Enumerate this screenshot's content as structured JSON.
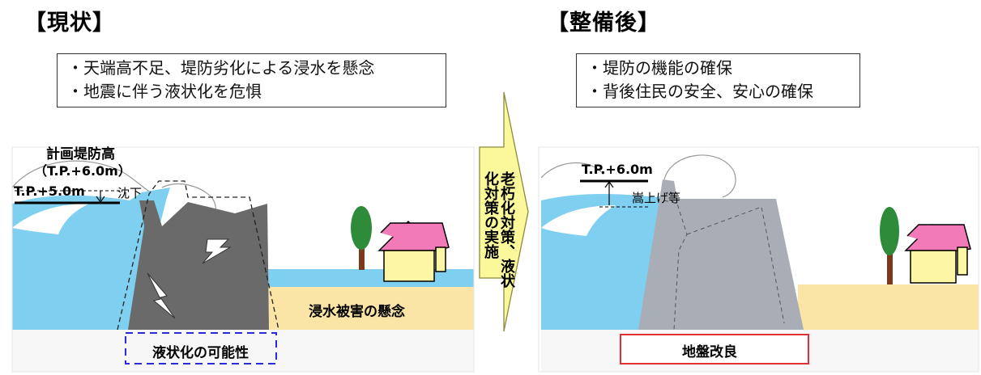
{
  "left": {
    "heading": "【現状】",
    "callout": {
      "line1": "・天端高不足、堤防劣化による浸水を懸念",
      "line2": "・地震に伴う液状化を危惧"
    },
    "label_plan_height": "計画堤防高",
    "label_plan_tp": "（T.P.+6.0m）",
    "label_current_tp": "T.P.+5.0m",
    "label_subsidence": "沈下",
    "label_flood_damage": "浸水被害の懸念",
    "label_liquefaction": "液状化の可能性"
  },
  "arrow": {
    "col1": "老朽化対策、液状",
    "col2": "化対策の実施"
  },
  "right": {
    "heading": "【整備後】",
    "callout": {
      "line1": "・堤防の機能の確保",
      "line2": "・背後住民の安全、安心の確保"
    },
    "label_tp": "T.P.+6.0m",
    "label_raise": "嵩上げ等",
    "label_ground": "地盤改良"
  },
  "colors": {
    "water": "#7fcff0",
    "sand": "#fbe5a6",
    "old_levee": "#6a6a6a",
    "new_levee": "#a9aeb6",
    "tree": "#2e8b3a",
    "roof": "#f27ab8",
    "house": "#fdf6a5",
    "arrow": "#fbf79b",
    "ground_box": "#e03030",
    "liquefaction_box": "#2a2ad8"
  }
}
